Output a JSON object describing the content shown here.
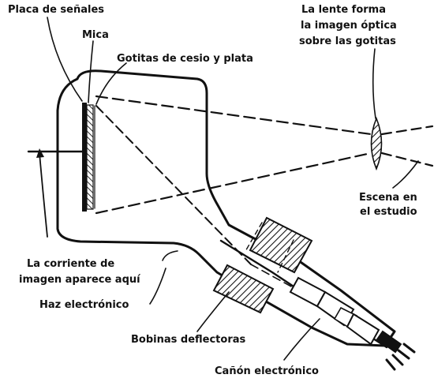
{
  "labels": {
    "signal_plate": "Placa de señales",
    "mica": "Mica",
    "droplets": "Gotitas de cesio y plata",
    "lens_line1": "La lente forma",
    "lens_line2": "la imagen óptica",
    "lens_line3": "sobre las gotitas",
    "scene_line1": "Escena en",
    "scene_line2": "el estudio",
    "current_line1": "La corriente de",
    "current_line2": "imagen aparece aquí",
    "beam": "Haz electrónico",
    "coils": "Bobinas deflectoras",
    "gun": "Cañón electrónico"
  },
  "colors": {
    "ink": "#111111",
    "paper": "#ffffff"
  }
}
